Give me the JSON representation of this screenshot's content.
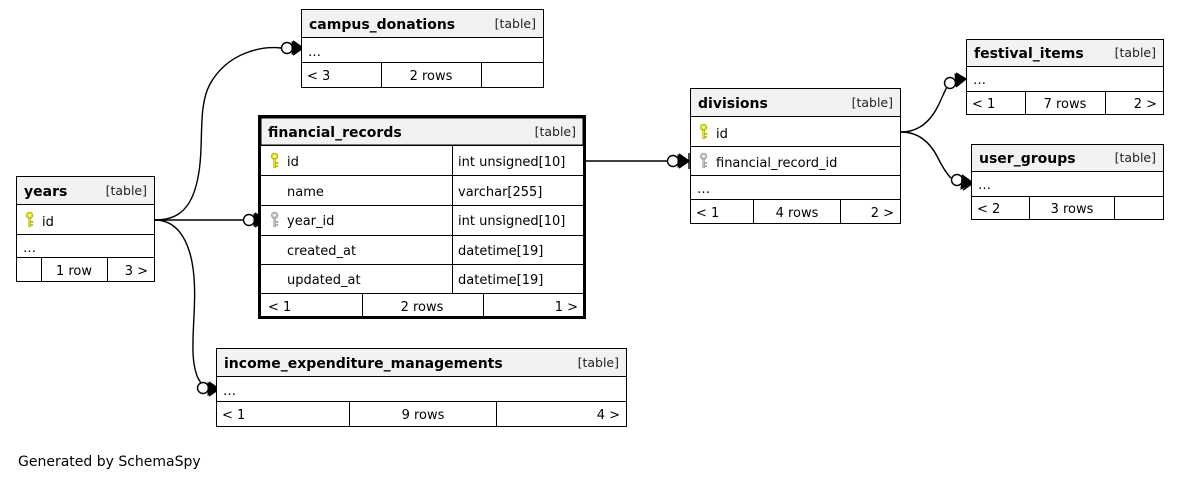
{
  "diagram": {
    "type": "entity-relationship-diagram",
    "generator_caption": "Generated by SchemaSpy",
    "table_tag": "[table]",
    "ellipsis": "…",
    "key_colors": {
      "primary_key": "#e8e800",
      "foreign_key": "#b4b4b4"
    },
    "header_background": "#f2f2f2",
    "border_color": "#000000"
  },
  "tables": {
    "campus_donations": {
      "name": "campus_donations",
      "tag": "[table]",
      "collapsed_marker": "…",
      "footer": {
        "left": "< 3",
        "center": "2 rows",
        "right": ""
      },
      "columns": []
    },
    "financial_records": {
      "name": "financial_records",
      "tag": "[table]",
      "focus": true,
      "footer": {
        "left": "< 1",
        "center": "2 rows",
        "right": "1 >"
      },
      "columns": [
        {
          "name": "id",
          "type": "int unsigned[10]",
          "key": "primary"
        },
        {
          "name": "name",
          "type": "varchar[255]",
          "key": "none"
        },
        {
          "name": "year_id",
          "type": "int unsigned[10]",
          "key": "foreign"
        },
        {
          "name": "created_at",
          "type": "datetime[19]",
          "key": "none"
        },
        {
          "name": "updated_at",
          "type": "datetime[19]",
          "key": "none"
        }
      ]
    },
    "years": {
      "name": "years",
      "tag": "[table]",
      "collapsed_marker": "…",
      "footer": {
        "left": "",
        "center": "1 row",
        "right": "3 >"
      },
      "columns": [
        {
          "name": "id",
          "type": "",
          "key": "primary"
        }
      ]
    },
    "income_expenditure_managements": {
      "name": "income_expenditure_managements",
      "tag": "[table]",
      "collapsed_marker": "…",
      "footer": {
        "left": "< 1",
        "center": "9 rows",
        "right": "4 >"
      },
      "columns": []
    },
    "divisions": {
      "name": "divisions",
      "tag": "[table]",
      "collapsed_marker": "…",
      "footer": {
        "left": "< 1",
        "center": "4 rows",
        "right": "2 >"
      },
      "columns": [
        {
          "name": "id",
          "type": "",
          "key": "primary"
        },
        {
          "name": "financial_record_id",
          "type": "",
          "key": "foreign"
        }
      ]
    },
    "festival_items": {
      "name": "festival_items",
      "tag": "[table]",
      "collapsed_marker": "…",
      "footer": {
        "left": "< 1",
        "center": "7 rows",
        "right": "2 >"
      },
      "columns": []
    },
    "user_groups": {
      "name": "user_groups",
      "tag": "[table]",
      "collapsed_marker": "…",
      "footer": {
        "left": "< 2",
        "center": "3 rows",
        "right": ""
      },
      "columns": []
    }
  },
  "relationships": [
    {
      "from": "years.id",
      "to": "campus_donations",
      "cardinality": "zero-or-many"
    },
    {
      "from": "years.id",
      "to": "financial_records.year_id",
      "cardinality": "zero-or-many"
    },
    {
      "from": "years.id",
      "to": "income_expenditure_managements",
      "cardinality": "zero-or-many"
    },
    {
      "from": "financial_records.id",
      "to": "divisions.financial_record_id",
      "cardinality": "zero-or-many"
    },
    {
      "from": "divisions.id",
      "to": "festival_items",
      "cardinality": "zero-or-many"
    },
    {
      "from": "divisions.id",
      "to": "user_groups",
      "cardinality": "zero-or-many"
    }
  ]
}
